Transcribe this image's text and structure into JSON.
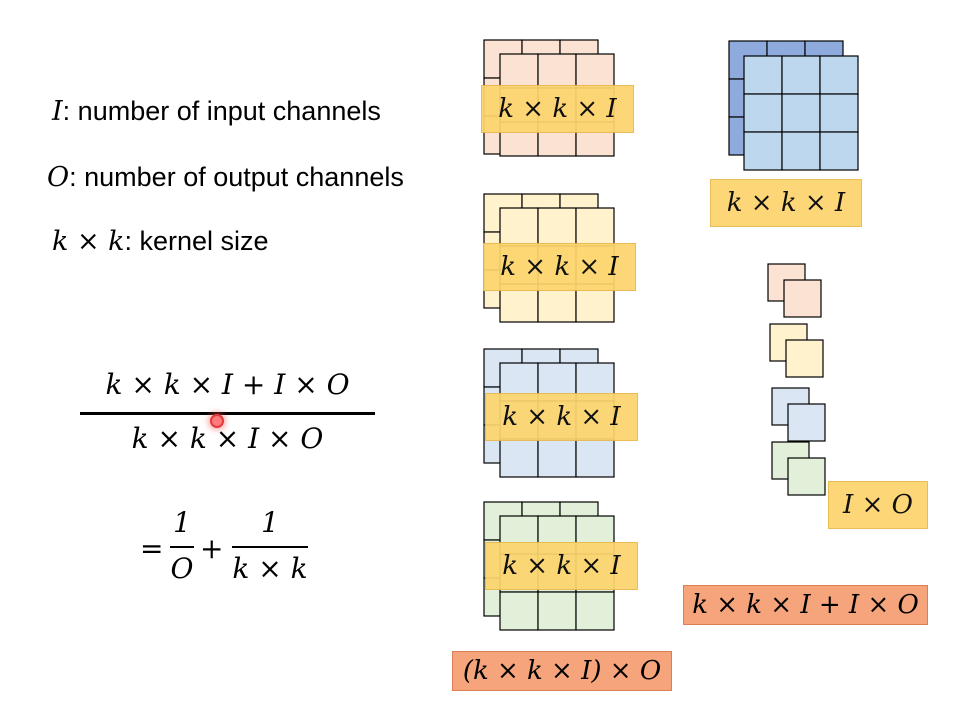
{
  "definitions": [
    {
      "symbol": "I",
      "text": ": number of input channels"
    },
    {
      "symbol": "O",
      "text": ": number of output channels"
    },
    {
      "symbol": "k × k",
      "text": ": kernel size"
    }
  ],
  "formula": {
    "numerator": "k × k × I + I × O",
    "denominator": "k × k × I × O",
    "equals": "=",
    "term1_num": "1",
    "term1_den": "O",
    "plus": "+",
    "term2_num": "1",
    "term2_den": "k × k"
  },
  "filter_labels": [
    "k × k × I",
    "k × k × I",
    "k × k × I",
    "k × k × I"
  ],
  "depthwise_label": "k × k × I",
  "pointwise_label": "I × O",
  "standard_total": "(k × k × I) × O",
  "separable_total": "k × k × I + I × O",
  "colors": {
    "orange_fill": "#fbe2d3",
    "yellow_fill": "#fff2cc",
    "blue_fill": "#dae6f4",
    "green_fill": "#e2efd9",
    "depthwise_back": "#8faadc",
    "depthwise_front": "#bdd7ee",
    "label_yellow": "#fdd56d",
    "label_salmon": "#f6a47b"
  }
}
